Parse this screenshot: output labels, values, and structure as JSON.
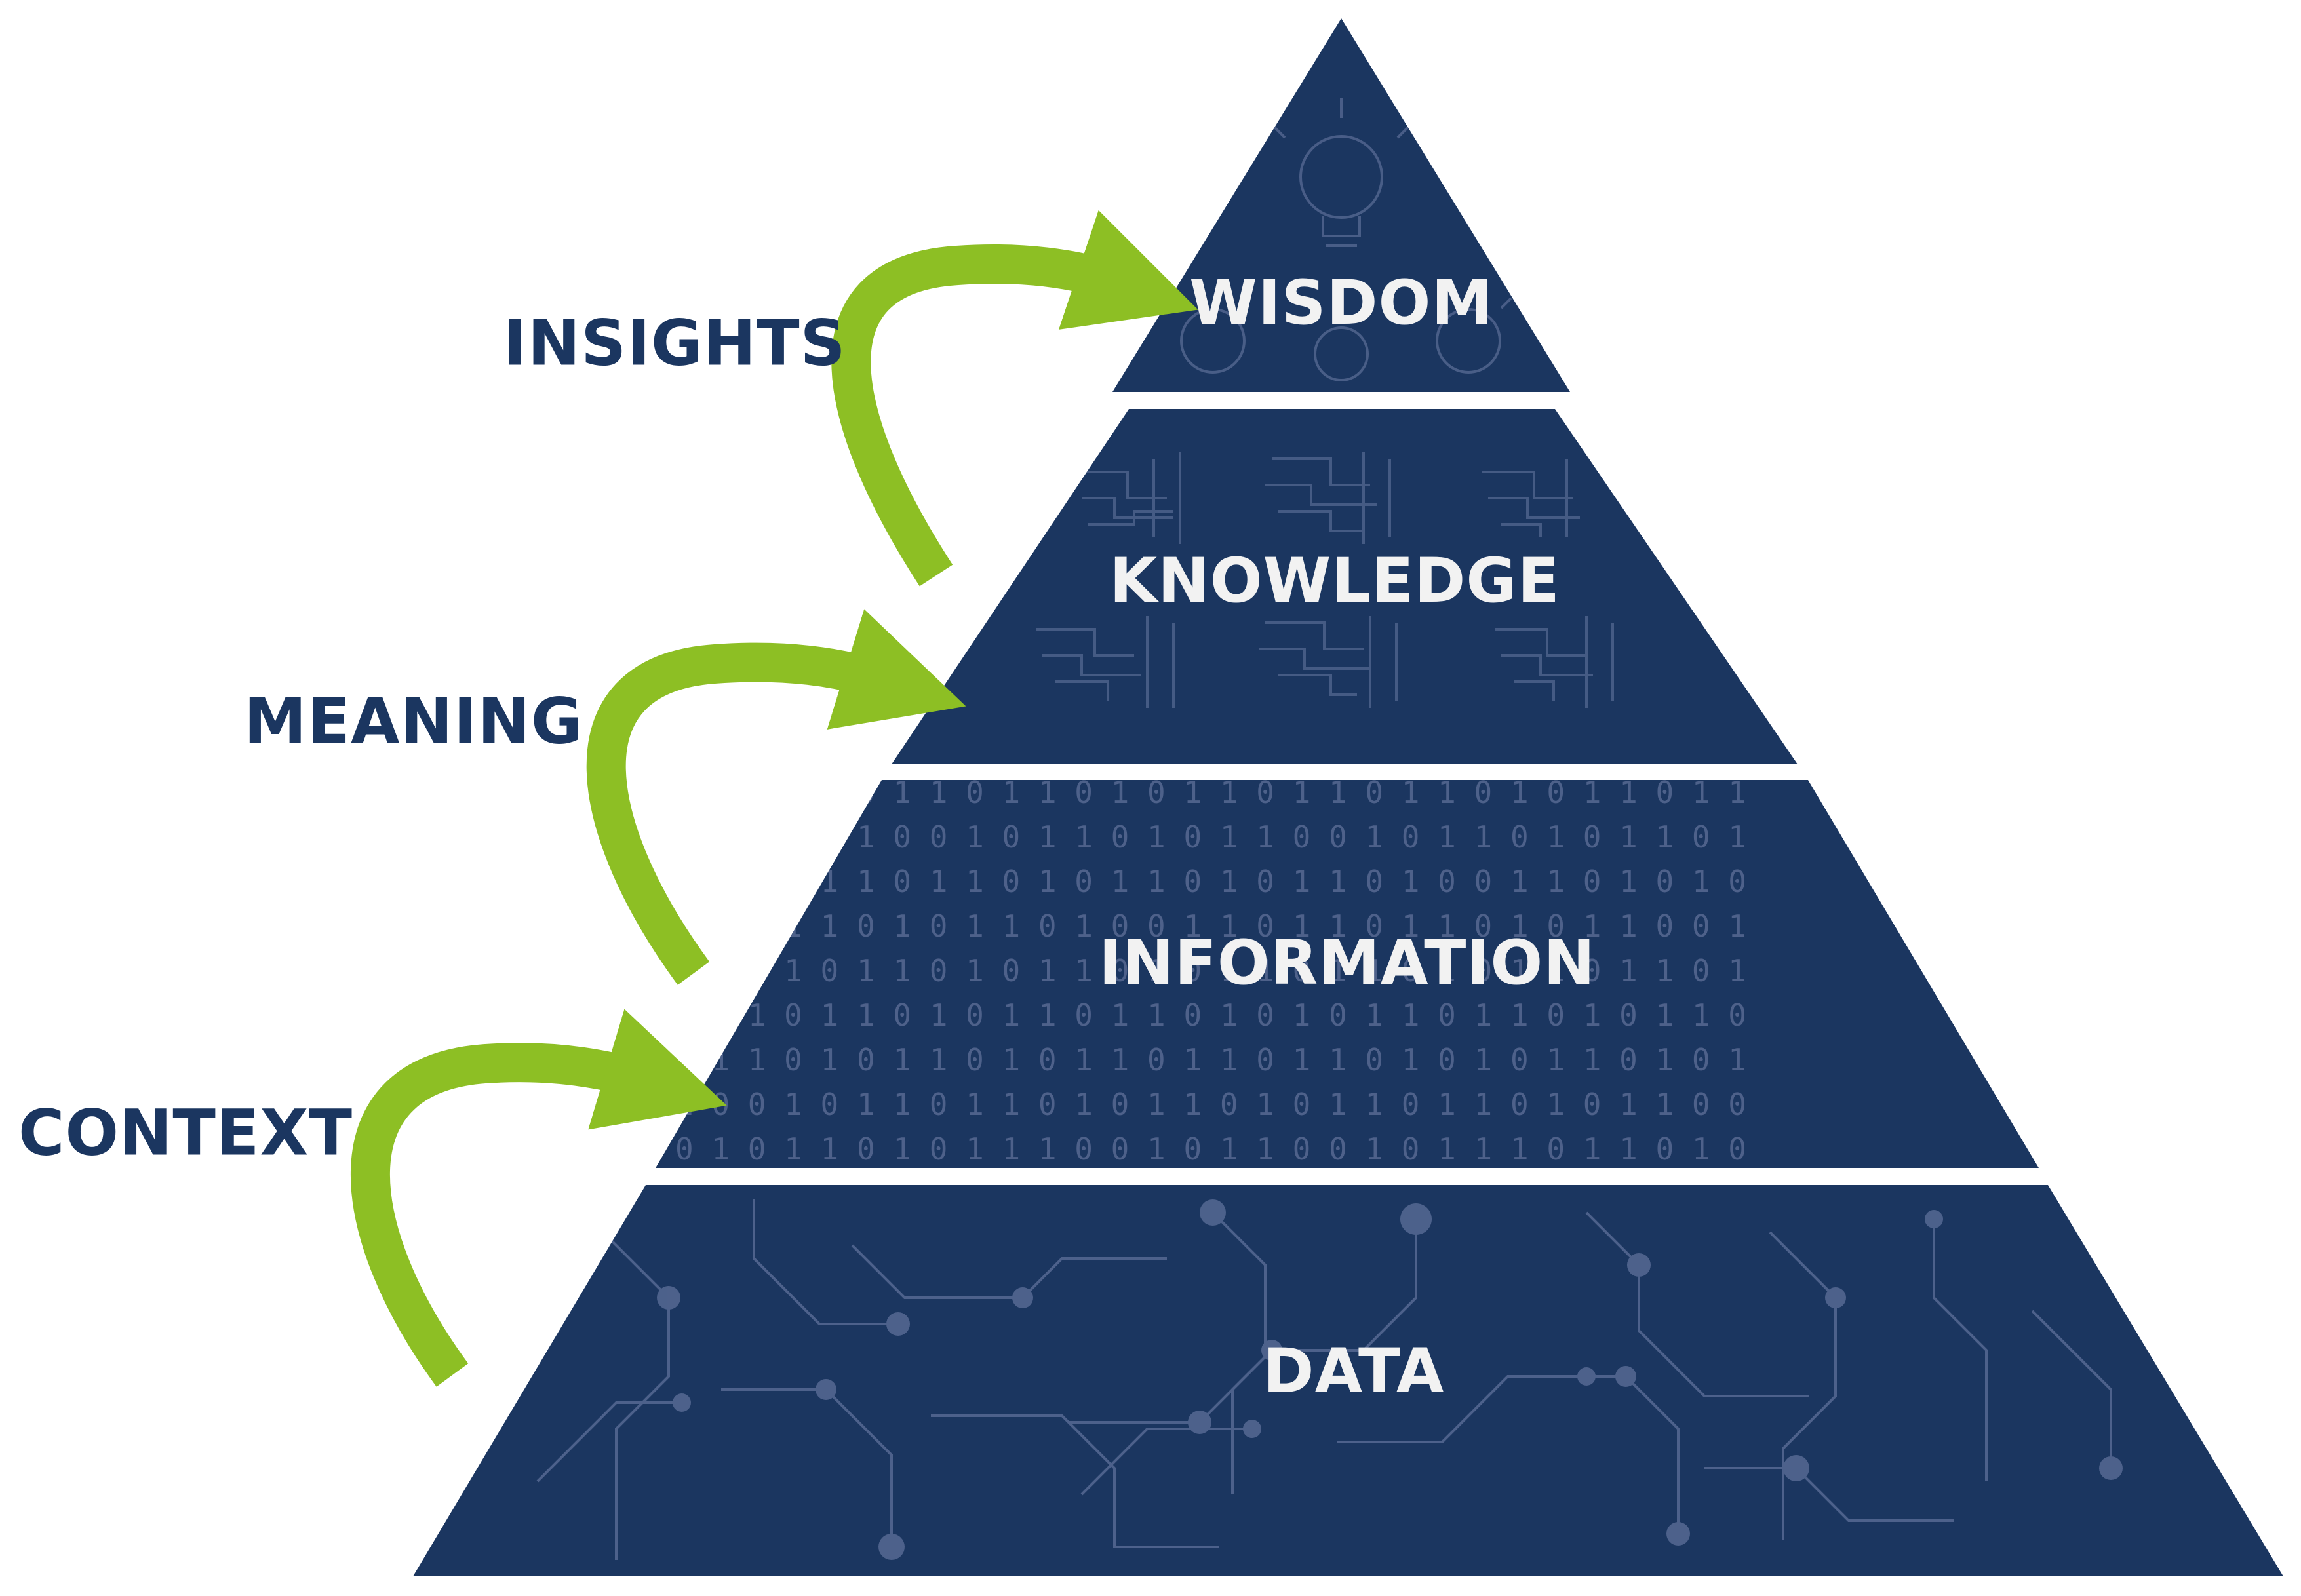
{
  "diagram": {
    "tiers": [
      {
        "id": "wisdom",
        "label": "WISDOM"
      },
      {
        "id": "knowledge",
        "label": "KNOWLEDGE"
      },
      {
        "id": "information",
        "label": "INFORMATION"
      },
      {
        "id": "data",
        "label": "DATA"
      }
    ],
    "transitions": [
      {
        "id": "insights",
        "label": "INSIGHTS"
      },
      {
        "id": "meaning",
        "label": "MEANING"
      },
      {
        "id": "context",
        "label": "CONTEXT"
      }
    ]
  },
  "colors": {
    "tier_fill": "#1b3660",
    "label_text": "#f2f2f2",
    "side_label_text": "#1b3660",
    "arrow": "#8dbf24",
    "background": "#ffffff"
  },
  "icons": {
    "wisdom_texture": "lightbulb-icon",
    "knowledge_texture": "circuit-brain-icon",
    "information_texture": "binary-digits",
    "data_texture": "circuit-traces"
  }
}
